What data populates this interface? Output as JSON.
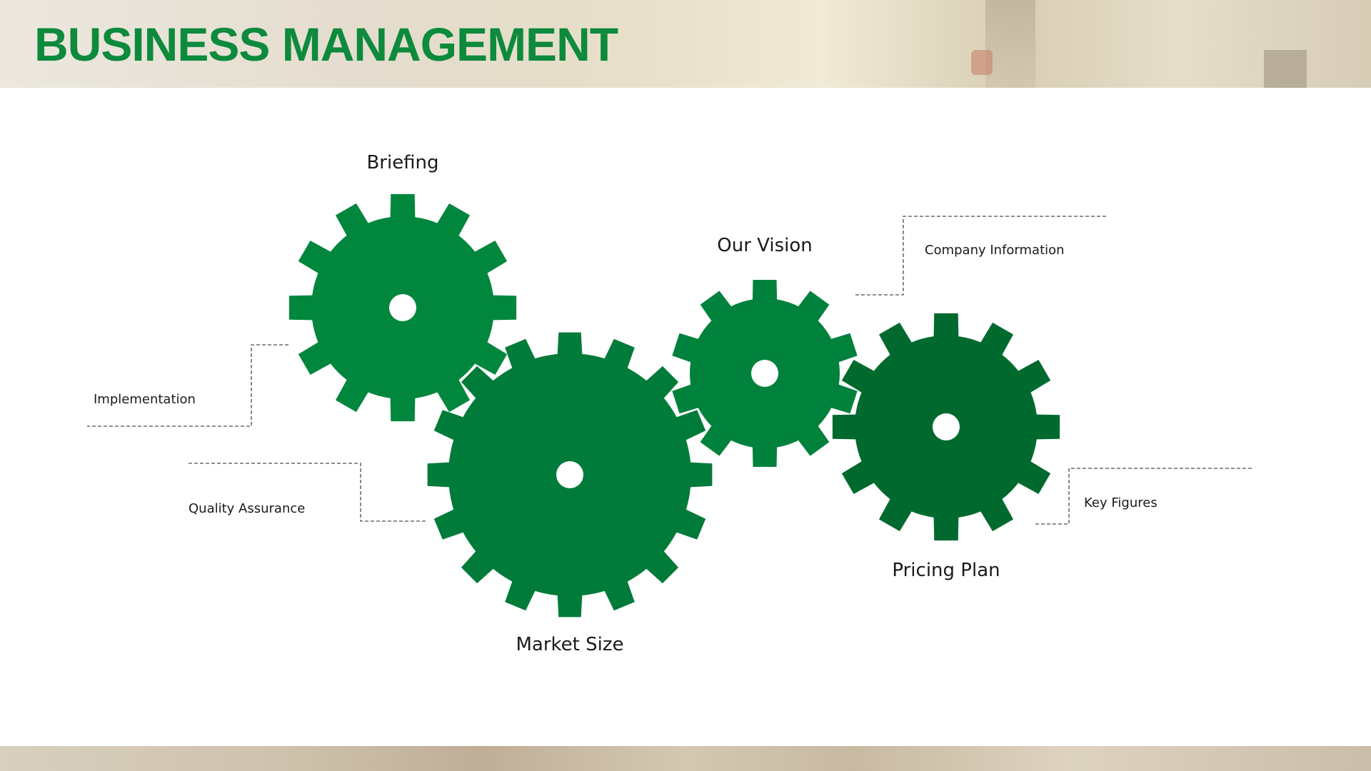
{
  "slide": {
    "title": "BUSINESS MANAGEMENT",
    "title_color": "#0d8a3c"
  },
  "gears": [
    {
      "id": "briefing",
      "label": "Briefing",
      "color": "#00873d",
      "icon": "gear-icon"
    },
    {
      "id": "market-size",
      "label": "Market Size",
      "color": "#007b39",
      "icon": "gear-icon"
    },
    {
      "id": "our-vision",
      "label": "Our Vision",
      "color": "#00813c",
      "icon": "gear-icon"
    },
    {
      "id": "pricing-plan",
      "label": "Pricing Plan",
      "color": "#006a2e",
      "icon": "gear-icon"
    }
  ],
  "callouts": {
    "implementation": "Implementation",
    "quality_assurance": "Quality Assurance",
    "company_information": "Company Information",
    "key_figures": "Key Figures"
  },
  "colors": {
    "connector": "#6b6b6b",
    "gear_hole": "#ffffff"
  }
}
